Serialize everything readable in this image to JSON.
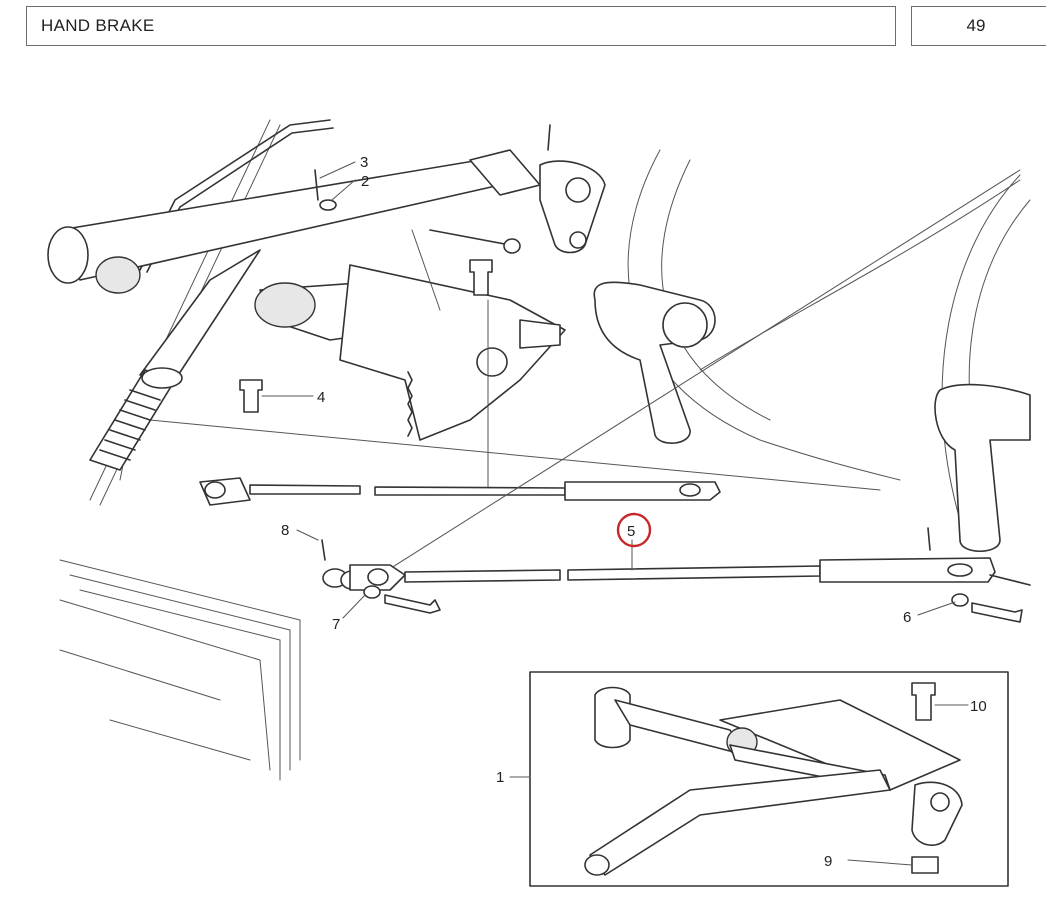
{
  "header": {
    "title": "HAND BRAKE",
    "page_number": "49"
  },
  "callouts": {
    "c1": "1",
    "c2": "2",
    "c3": "3",
    "c4": "4",
    "c5": "5",
    "c6": "6",
    "c7": "7",
    "c8": "8",
    "c9": "9",
    "c10": "10"
  },
  "colors": {
    "highlight_circle": "#c62828",
    "line": "#333333"
  }
}
